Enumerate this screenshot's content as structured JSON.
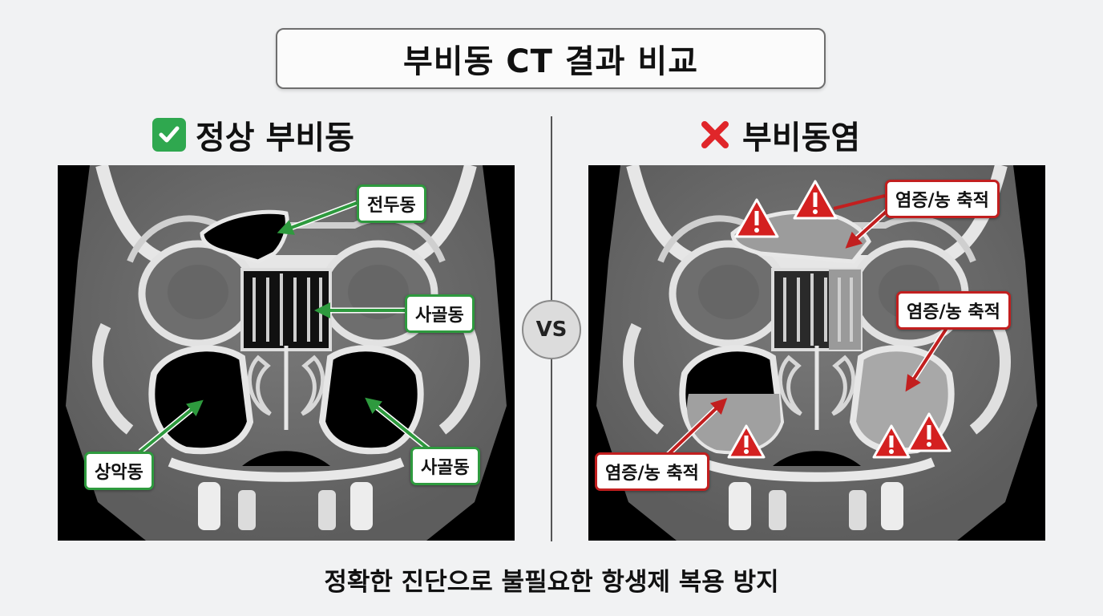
{
  "title": "부비동 CT 결과 비교",
  "left_panel": {
    "heading": "정상 부비동",
    "labels": {
      "frontal": "전두동",
      "ethmoid": "사골동",
      "maxillary": "상악동",
      "lower_right": "사골동"
    }
  },
  "right_panel": {
    "heading": "부비동염",
    "labels": {
      "top": "염증/농 축적",
      "middle": "염증/농 축적",
      "lower_left": "염증/농 축적"
    }
  },
  "vs": "VS",
  "footer": "정확한 진단으로 불필요한 항생제 복용 방지",
  "colors": {
    "normal_accent": "#2e9a3e",
    "sinusitis_accent": "#c21f1f",
    "warning_icon": "#d42020"
  },
  "icons": [
    "check-icon",
    "cross-icon",
    "warning-icon"
  ]
}
